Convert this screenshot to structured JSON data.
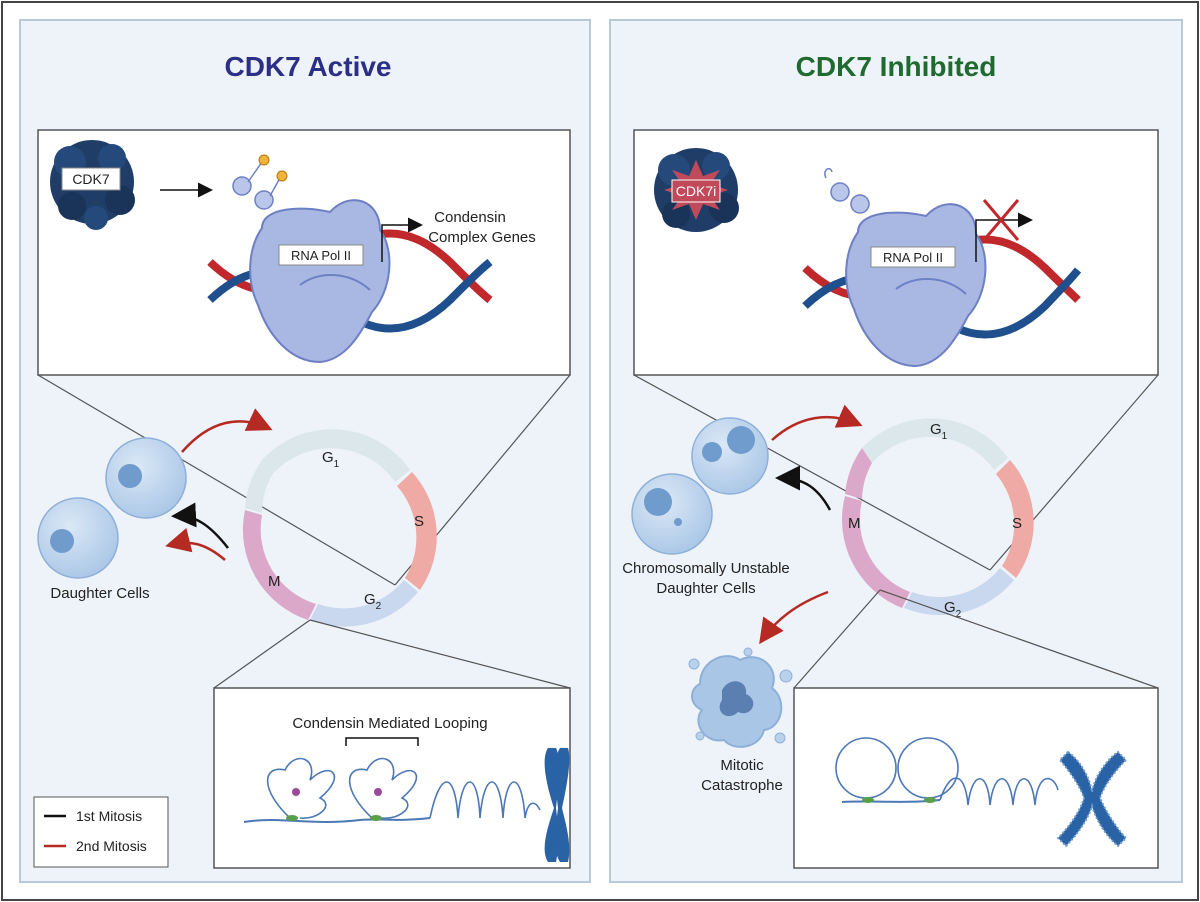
{
  "colors": {
    "panel_bg": "#eef3fa",
    "panel_border": "#b9c9dc",
    "active_title": "#2b2f86",
    "inhibited_title": "#1f6b2f",
    "dna_red": "#c0282b",
    "dna_blue": "#1f4f8c",
    "pol_fill": "#a9b7e3",
    "pol_stroke": "#6d80c4",
    "cdk7_fill": "#1f3d66",
    "inhibitor_fill": "#c04a5a",
    "g1": "#dbe7ea",
    "s": "#f0aaa5",
    "g2": "#c9d8ef",
    "m": "#dca8c9",
    "mitosis1": "#111111",
    "mitosis2": "#b52a22",
    "cell_fill": "#b9d2ec",
    "cell_nucleus": "#6f9ccd",
    "chromosome": "#2a62a6"
  },
  "left": {
    "title": "CDK7 Active",
    "kinase_label": "CDK7",
    "pol_label": "RNA Pol II",
    "target_label_1": "Condensin",
    "target_label_2": "Complex Genes",
    "cycle": {
      "g1": "G",
      "s": "S",
      "g2": "G",
      "m": "M",
      "sub1": "1",
      "sub2": "2"
    },
    "daughter_label": "Daughter Cells",
    "loop_label": "Condensin Mediated Looping"
  },
  "right": {
    "title": "CDK7 Inhibited",
    "kinase_label": "CDK7i",
    "pol_label": "RNA Pol II",
    "cycle": {
      "g1": "G",
      "s": "S",
      "g2": "G",
      "m": "M",
      "sub1": "1",
      "sub2": "2"
    },
    "daughter_label_1": "Chromosomally Unstable",
    "daughter_label_2": "Daughter Cells",
    "catastrophe_label_1": "Mitotic",
    "catastrophe_label_2": "Catastrophe"
  },
  "legend": {
    "first": "1st Mitosis",
    "second": "2nd Mitosis"
  }
}
